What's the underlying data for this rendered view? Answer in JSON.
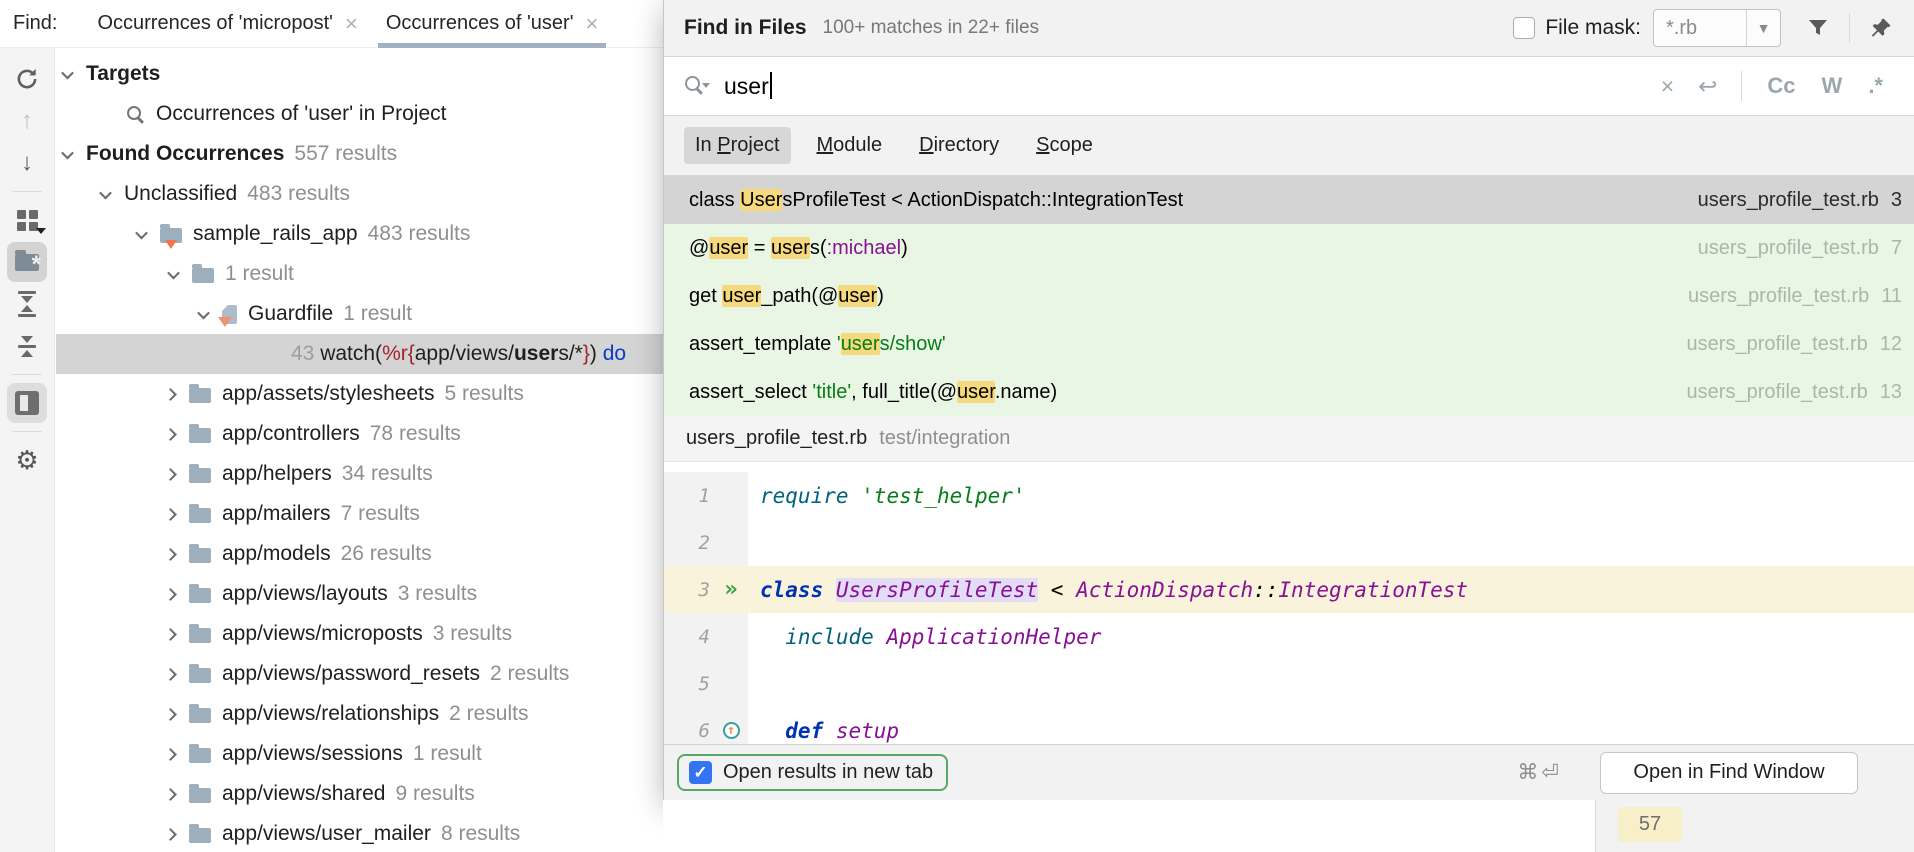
{
  "colors": {
    "match_highlight": "#F6D97C",
    "result_row_green": "#EAF6E4",
    "selection_gray": "#D4D4D4",
    "tab_underline": "#A3AFC2",
    "checkbox_blue": "#3574F0",
    "focus_border_green": "#59A869",
    "string_green": "#067D17",
    "symbol_purple": "#871094",
    "keyword_blue": "#0033B3"
  },
  "find_panel": {
    "label": "Find:",
    "tabs": [
      {
        "title": "Occurrences of 'micropost'",
        "selected": false
      },
      {
        "title": "Occurrences of 'user'",
        "selected": true
      }
    ],
    "toolbar_icons": [
      "refresh",
      "navigate-up",
      "navigate-down",
      "group-by",
      "group-by-directory",
      "expand-all",
      "collapse-all",
      "preview-toggle",
      "settings"
    ],
    "tree": [
      {
        "indent": 7,
        "chevron": "down",
        "label": "Targets",
        "bold": true
      },
      {
        "indent": 70,
        "icon": "search",
        "label": "Occurrences of 'user' in Project"
      },
      {
        "indent": 7,
        "chevron": "down",
        "label": "Found Occurrences",
        "bold": true,
        "count": "557 results"
      },
      {
        "indent": 45,
        "chevron": "down",
        "label": "Unclassified",
        "count": "483 results"
      },
      {
        "indent": 81,
        "chevron": "down",
        "icon": "rails-folder",
        "label": "sample_rails_app",
        "count": "483 results"
      },
      {
        "indent": 113,
        "chevron": "down",
        "icon": "folder",
        "count": "1 result"
      },
      {
        "indent": 143,
        "chevron": "down",
        "icon": "guard",
        "label": "Guardfile",
        "count": "1 result"
      },
      {
        "indent": 235,
        "selected": true,
        "code": [
          {
            "t": "43  ",
            "c": "num"
          },
          {
            "t": "watch(",
            "c": ""
          },
          {
            "t": "%r{",
            "c": "red"
          },
          {
            "t": "app/views/",
            "c": ""
          },
          {
            "t": "user",
            "c": "b"
          },
          {
            "t": "s/*",
            "c": ""
          },
          {
            "t": "}",
            "c": "red"
          },
          {
            "t": ")",
            "c": ""
          },
          {
            "t": " do",
            "c": "blue"
          }
        ]
      },
      {
        "indent": 110,
        "chevron": "right",
        "icon": "folder",
        "label": "app/assets/stylesheets",
        "count": "5 results"
      },
      {
        "indent": 110,
        "chevron": "right",
        "icon": "folder",
        "label": "app/controllers",
        "count": "78 results"
      },
      {
        "indent": 110,
        "chevron": "right",
        "icon": "folder",
        "label": "app/helpers",
        "count": "34 results"
      },
      {
        "indent": 110,
        "chevron": "right",
        "icon": "folder",
        "label": "app/mailers",
        "count": "7 results"
      },
      {
        "indent": 110,
        "chevron": "right",
        "icon": "folder",
        "label": "app/models",
        "count": "26 results"
      },
      {
        "indent": 110,
        "chevron": "right",
        "icon": "folder",
        "label": "app/views/layouts",
        "count": "3 results"
      },
      {
        "indent": 110,
        "chevron": "right",
        "icon": "folder",
        "label": "app/views/microposts",
        "count": "3 results"
      },
      {
        "indent": 110,
        "chevron": "right",
        "icon": "folder",
        "label": "app/views/password_resets",
        "count": "2 results"
      },
      {
        "indent": 110,
        "chevron": "right",
        "icon": "folder",
        "label": "app/views/relationships",
        "count": "2 results"
      },
      {
        "indent": 110,
        "chevron": "right",
        "icon": "folder",
        "label": "app/views/sessions",
        "count": "1 result"
      },
      {
        "indent": 110,
        "chevron": "right",
        "icon": "folder",
        "label": "app/views/shared",
        "count": "9 results"
      },
      {
        "indent": 110,
        "chevron": "right",
        "icon": "folder",
        "label": "app/views/user_mailer",
        "count": "8 results"
      }
    ]
  },
  "popup": {
    "title": "Find in Files",
    "summary": "100+ matches in 22+ files",
    "file_mask_label": "File mask:",
    "file_mask_value": "*.rb",
    "search": {
      "value": "user"
    },
    "search_toggles": [
      "Cc",
      "W",
      ".*"
    ],
    "scopes": [
      {
        "pre": "In ",
        "m": "P",
        "post": "roject",
        "selected": true
      },
      {
        "pre": "",
        "m": "M",
        "post": "odule",
        "selected": false
      },
      {
        "pre": "",
        "m": "D",
        "post": "irectory",
        "selected": false
      },
      {
        "pre": "",
        "m": "S",
        "post": "cope",
        "selected": false
      }
    ],
    "results": [
      {
        "selected": true,
        "file": "users_profile_test.rb",
        "line": "3",
        "seg": [
          {
            "t": "class ",
            "c": ""
          },
          {
            "t": "User",
            "c": "hl"
          },
          {
            "t": "sProfileTest < ActionDispatch::IntegrationTest",
            "c": ""
          }
        ]
      },
      {
        "selected": false,
        "file": "users_profile_test.rb",
        "line": "7",
        "seg": [
          {
            "t": "@",
            "c": ""
          },
          {
            "t": "user",
            "c": "hl"
          },
          {
            "t": " = ",
            "c": ""
          },
          {
            "t": "user",
            "c": "hl"
          },
          {
            "t": "s(",
            "c": ""
          },
          {
            "t": ":michael",
            "c": "sym"
          },
          {
            "t": ")",
            "c": ""
          }
        ]
      },
      {
        "selected": false,
        "file": "users_profile_test.rb",
        "line": "11",
        "seg": [
          {
            "t": "get ",
            "c": ""
          },
          {
            "t": "user",
            "c": "hl"
          },
          {
            "t": "_path(@",
            "c": ""
          },
          {
            "t": "user",
            "c": "hl"
          },
          {
            "t": ")",
            "c": ""
          }
        ]
      },
      {
        "selected": false,
        "file": "users_profile_test.rb",
        "line": "12",
        "seg": [
          {
            "t": "assert_template ",
            "c": ""
          },
          {
            "t": "'",
            "c": "str"
          },
          {
            "t": "user",
            "c": "str hl"
          },
          {
            "t": "s/show'",
            "c": "str"
          }
        ]
      },
      {
        "selected": false,
        "file": "users_profile_test.rb",
        "line": "13",
        "seg": [
          {
            "t": "assert_select ",
            "c": ""
          },
          {
            "t": "'title'",
            "c": "str"
          },
          {
            "t": ", full_title(@",
            "c": ""
          },
          {
            "t": "user",
            "c": "hl"
          },
          {
            "t": ".name)",
            "c": ""
          }
        ]
      }
    ],
    "preview": {
      "filename": "users_profile_test.rb",
      "path": "test/integration",
      "lines": [
        {
          "n": "1",
          "seg": [
            {
              "t": "require ",
              "c": "kw2"
            },
            {
              "t": "'test_helper'",
              "c": "str"
            }
          ]
        },
        {
          "n": "2",
          "seg": []
        },
        {
          "n": "3",
          "marker": "run",
          "current": true,
          "seg": [
            {
              "t": "class ",
              "c": "kw"
            },
            {
              "t": "UsersProfileTest",
              "c": "const chl"
            },
            {
              "t": " < ",
              "c": ""
            },
            {
              "t": "ActionDispatch",
              "c": "const"
            },
            {
              "t": "::",
              "c": ""
            },
            {
              "t": "IntegrationTest",
              "c": "const"
            }
          ]
        },
        {
          "n": "4",
          "seg": [
            {
              "t": "  include ",
              "c": "kw2"
            },
            {
              "t": "ApplicationHelper",
              "c": "const"
            }
          ]
        },
        {
          "n": "5",
          "seg": []
        },
        {
          "n": "6",
          "marker": "override",
          "seg": [
            {
              "t": "  def ",
              "c": "kw"
            },
            {
              "t": "setup",
              "c": "const"
            }
          ]
        }
      ]
    },
    "footer": {
      "checkbox_label": "Open results in new tab",
      "checked": true,
      "shortcut": "⌘⏎",
      "button": "Open in Find Window"
    }
  },
  "background": {
    "editor_line_number": "57"
  }
}
